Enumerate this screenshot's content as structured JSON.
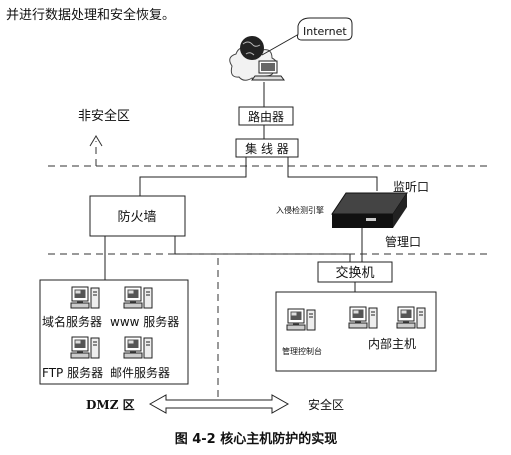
{
  "intro_text": "并进行数据处理和安全恢复。",
  "internet_label": "Internet",
  "router_label": "路由器",
  "hub_label": "集 线 器",
  "unsafe_zone_label": "非安全区",
  "firewall_label": "防火墙",
  "ids_label": "入侵检测引擎",
  "listen_port_label": "监听口",
  "manage_port_label": "管理口",
  "switch_label": "交换机",
  "dmz_servers": {
    "dns": "域名服务器",
    "www": "www 服务器",
    "ftp": "FTP 服务器",
    "mail": "邮件服务器"
  },
  "internal": {
    "console": "管理控制台",
    "hosts": "内部主机"
  },
  "dmz_zone_label": "DMZ 区",
  "safe_zone_label": "安全区",
  "caption": "图 4-2  核心主机防护的实现"
}
